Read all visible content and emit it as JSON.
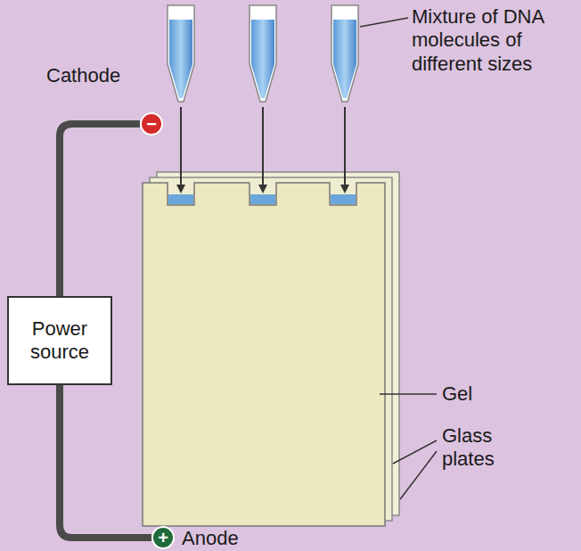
{
  "diagram": {
    "nodes": [
      {
        "text": [
          "−"
        ]
      },
      {
        "text": [
          "Power source"
        ]
      },
      {
        "text": [
          "+"
        ]
      }
    ],
    "edges": [
      {
        "from": 0,
        "to": 1,
        "arrow": "none"
      },
      {
        "from": 1,
        "to": 2,
        "arrow": "none"
      }
    ],
    "labels": [
      "Mixture of DNA molecules of different sizes",
      "Cathode",
      "Gel",
      "Glass plates",
      "Anode"
    ]
  }
}
